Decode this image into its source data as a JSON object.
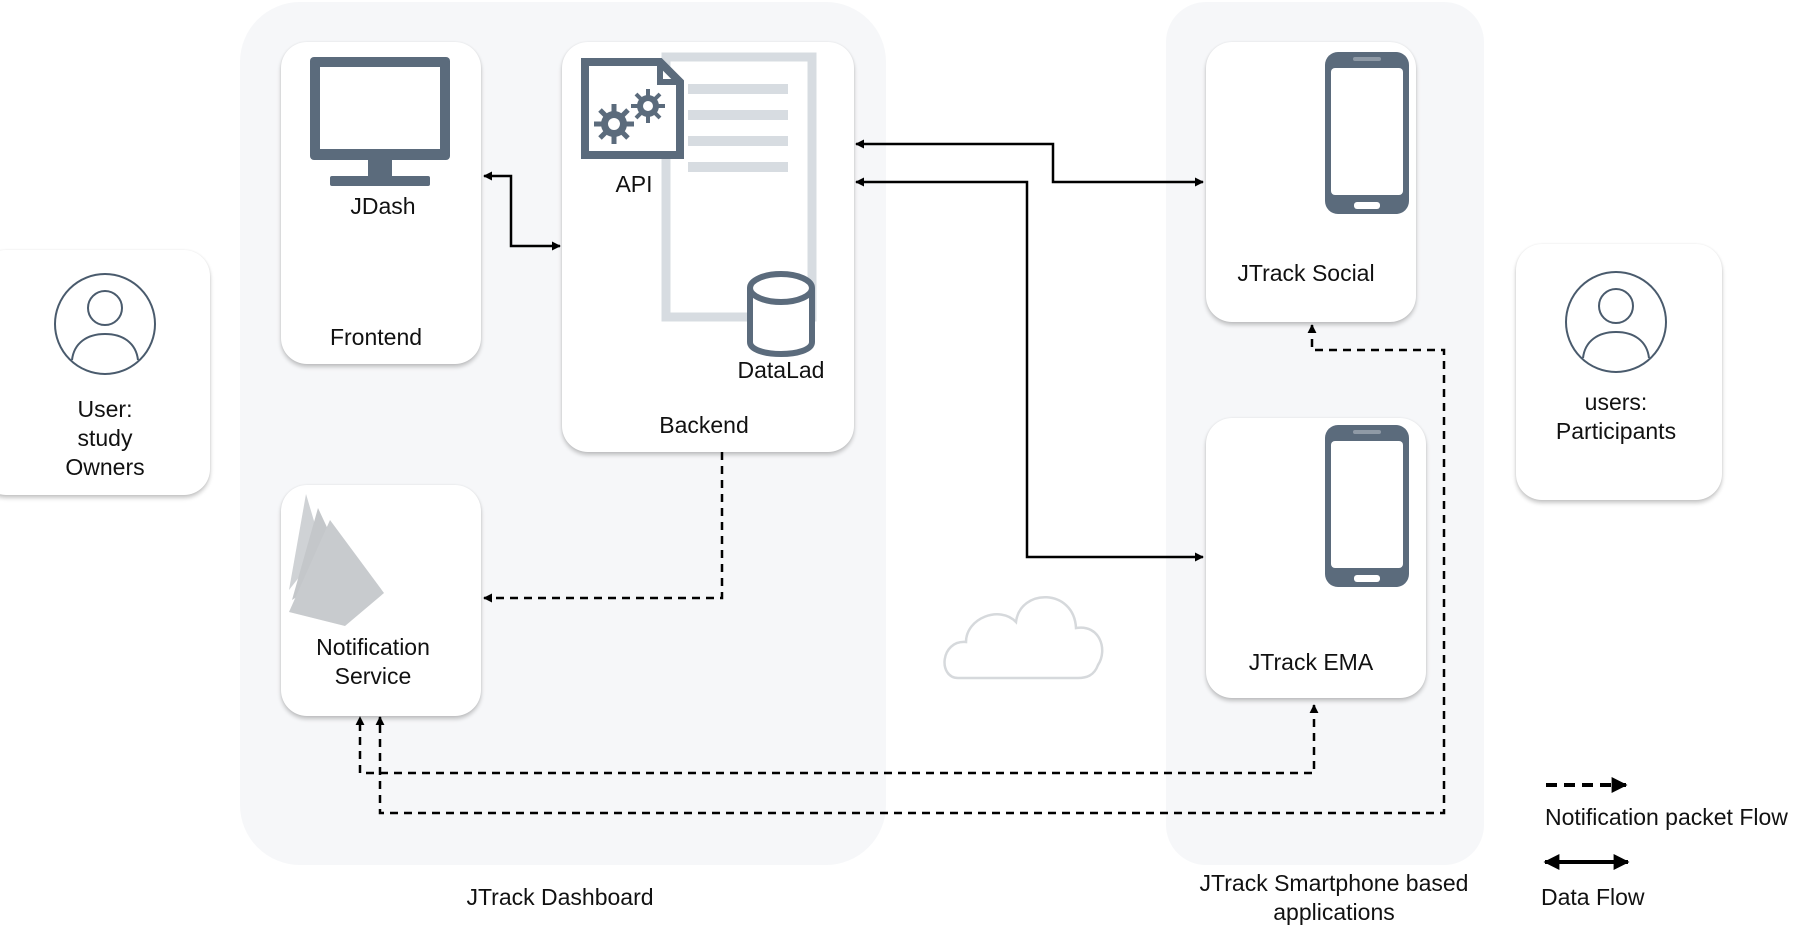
{
  "actors": {
    "owner": {
      "label_line1": "User:",
      "label_line2": "study",
      "label_line3": "Owners",
      "icon": "user-avatar-icon"
    },
    "participants": {
      "label_line1": "users:",
      "label_line2": "Participants",
      "icon": "user-avatar-icon"
    }
  },
  "dashboard": {
    "group_label": "JTrack Dashboard",
    "frontend": {
      "app_label": "JDash",
      "box_label": "Frontend",
      "icon": "monitor-icon"
    },
    "backend": {
      "api_label": "API",
      "store_label": "DataLad",
      "box_label": "Backend",
      "icons": [
        "api-gears-icon",
        "document-icon",
        "database-icon"
      ]
    },
    "notification": {
      "label_line1": "Notification",
      "label_line2": "Service",
      "icon": "firebase-icon"
    }
  },
  "apps": {
    "group_label_line1": "JTrack Smartphone based",
    "group_label_line2": "applications",
    "social": {
      "label": "JTrack Social",
      "icon": "smartphone-icon"
    },
    "ema": {
      "label": "JTrack EMA",
      "icon": "smartphone-icon"
    }
  },
  "cloud": {
    "icon": "cloud-icon"
  },
  "legend": {
    "notification_label": "Notification packet Flow",
    "data_label": "Data Flow"
  },
  "colors": {
    "icon_slate": "#5b6b7c",
    "icon_light": "#d7dce1",
    "group_bg": "#f6f7f9",
    "arrow": "#000000"
  }
}
